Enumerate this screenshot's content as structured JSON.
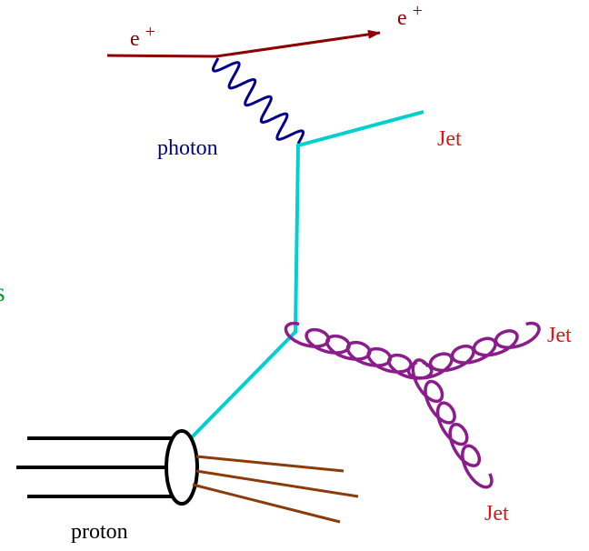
{
  "labels": {
    "incoming_positron": "e+",
    "outgoing_positron": "e+",
    "photon": "photon",
    "jet_top": "Jet",
    "jet_right": "Jet",
    "jet_bottom": "Jet",
    "proton": "proton",
    "left_edge_glyph": "s"
  },
  "colors": {
    "positron": "#8b0000",
    "photon": "#00008b",
    "quark": "#00d0d0",
    "gluon": "#8b1c8b",
    "jet_label": "#e81010",
    "proton_remnant": "#8b3a0a",
    "proton_beam": "#000000",
    "edge_glyph": "#00a030"
  }
}
